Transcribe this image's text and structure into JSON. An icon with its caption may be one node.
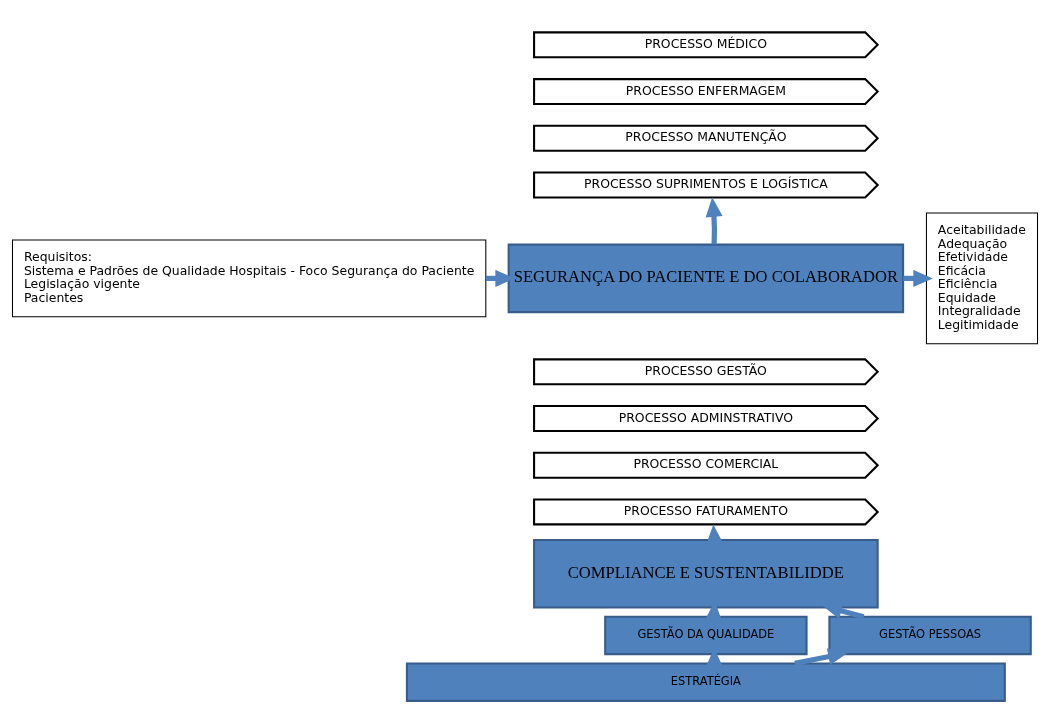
{
  "diagram": {
    "nodes": [
      {
        "text": [
          "Requisitos:",
          "Sistema e Padrões de Qualidade Hospitais - Foco Segurança do Paciente",
          "Legislação vigente",
          "Pacientes"
        ]
      },
      {
        "text": [
          "PROCESSO MÉDICO"
        ]
      },
      {
        "text": [
          "PROCESSO ENFERMAGEM"
        ]
      },
      {
        "text": [
          "PROCESSO MANUTENÇÃO"
        ]
      },
      {
        "text": [
          "PROCESSO SUPRIMENTOS E LOGÍSTICA"
        ]
      },
      {
        "text": [
          "SEGURANÇA DO PACIENTE E DO COLABORADOR"
        ]
      },
      {
        "text": [
          "PROCESSO GESTÃO"
        ]
      },
      {
        "text": [
          "PROCESSO ADMINSTRATIVO"
        ]
      },
      {
        "text": [
          "PROCESSO COMERCIAL"
        ]
      },
      {
        "text": [
          "PROCESSO FATURAMENTO"
        ]
      },
      {
        "text": [
          "COMPLIANCE E SUSTENTABILIDDE"
        ]
      },
      {
        "text": [
          "GESTÃO DA QUALIDADE"
        ]
      },
      {
        "text": [
          "GESTÃO PESSOAS"
        ]
      },
      {
        "text": [
          "ESTRATÉGIA"
        ]
      },
      {
        "text": [
          "Aceitabilidade",
          "Adequação",
          "Efetividade",
          "Eficácia",
          "Eficiência",
          "Equidade",
          "Integralidade",
          "Legitimidade"
        ]
      }
    ],
    "edges": [
      {
        "from": 0,
        "to": 5,
        "arrow": "to"
      },
      {
        "from": 5,
        "to": 14,
        "arrow": "to"
      },
      {
        "from": 5,
        "to": 4,
        "arrow": "to"
      },
      {
        "from": 10,
        "to": 9,
        "arrow": "to"
      },
      {
        "from": 11,
        "to": 10,
        "arrow": "to"
      },
      {
        "from": 12,
        "to": 10,
        "arrow": "to"
      },
      {
        "from": 13,
        "to": 11,
        "arrow": "to"
      },
      {
        "from": 13,
        "to": 12,
        "arrow": "to"
      }
    ]
  }
}
